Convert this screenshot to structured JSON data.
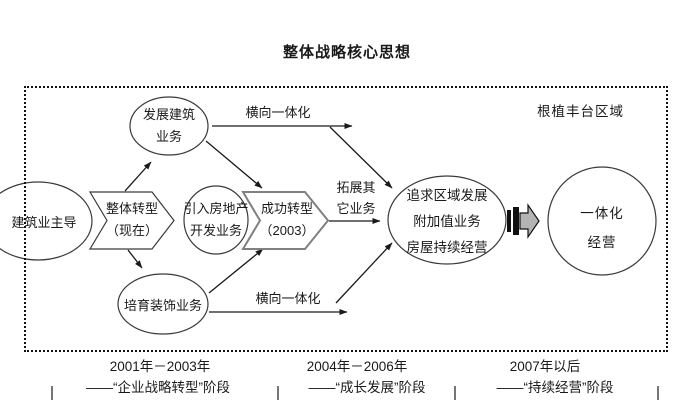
{
  "title": "整体战略核心思想",
  "colors": {
    "line": "#1a1a1a",
    "shape_fill": "#ffffff",
    "chevron_shadow_border": "#808080",
    "block_arrow_fill": "#b4b4b4"
  },
  "diagram": {
    "region_note": "根植丰台区域",
    "nodes": {
      "construction_lead": {
        "label": "建筑业主导"
      },
      "overall_transform": {
        "line1": "整体转型",
        "line2": "（现在）"
      },
      "develop_construction": {
        "line1": "发展建筑",
        "line2": "业务"
      },
      "intro_realestate": {
        "line1": "引入房地产",
        "line2": "开发业务"
      },
      "success_transform": {
        "line1": "成功转型",
        "line2": "（2003）"
      },
      "cultivate_decoration": {
        "label": "培育装饰业务"
      },
      "pursue_regional": {
        "line1": "追求区域发展",
        "line2": "附加值业务",
        "line3": "房屋持续经营"
      },
      "integrated_operation": {
        "line1": "一体化",
        "line2": "经营"
      }
    },
    "edge_labels": {
      "horizontal_integration_top": "横向一体化",
      "horizontal_integration_bottom": "横向一体化",
      "expand_other_line1": "拓展其",
      "expand_other_line2": "它业务"
    }
  },
  "timeline": {
    "phases": [
      {
        "period": "2001年－2003年",
        "label": "——“企业战略转型”阶段"
      },
      {
        "period": "2004年－2006年",
        "label": "——“成长发展”阶段"
      },
      {
        "period": "2007年以后",
        "label": "——“持续经营”阶段"
      }
    ]
  }
}
